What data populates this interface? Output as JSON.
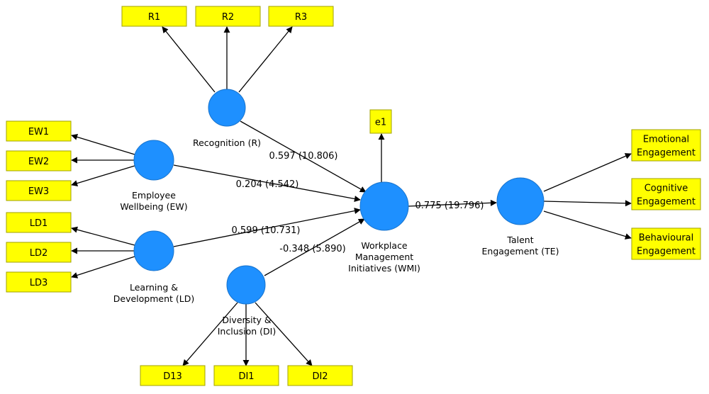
{
  "constructs": [
    {
      "id": "R",
      "label": [
        "Recognition (R)"
      ]
    },
    {
      "id": "EW",
      "label": [
        "Employee",
        "Wellbeing (EW)"
      ]
    },
    {
      "id": "LD",
      "label": [
        "Learning &",
        "Development (LD)"
      ]
    },
    {
      "id": "DI",
      "label": [
        "Diversity &",
        "Inclusion (DI)"
      ]
    },
    {
      "id": "WMI",
      "label": [
        "Workplace",
        "Management",
        "Initiatives (WMI)"
      ]
    },
    {
      "id": "TE",
      "label": [
        "Talent",
        "Engagement (TE)"
      ]
    }
  ],
  "indicators": [
    {
      "id": "R1",
      "label": [
        "R1"
      ]
    },
    {
      "id": "R2",
      "label": [
        "R2"
      ]
    },
    {
      "id": "R3",
      "label": [
        "R3"
      ]
    },
    {
      "id": "EW1",
      "label": [
        "EW1"
      ]
    },
    {
      "id": "EW2",
      "label": [
        "EW2"
      ]
    },
    {
      "id": "EW3",
      "label": [
        "EW3"
      ]
    },
    {
      "id": "LD1",
      "label": [
        "LD1"
      ]
    },
    {
      "id": "LD2",
      "label": [
        "LD2"
      ]
    },
    {
      "id": "LD3",
      "label": [
        "LD3"
      ]
    },
    {
      "id": "D13",
      "label": [
        "D13"
      ]
    },
    {
      "id": "DI1",
      "label": [
        "DI1"
      ]
    },
    {
      "id": "DI2",
      "label": [
        "DI2"
      ]
    },
    {
      "id": "e1",
      "label": [
        "e1"
      ]
    },
    {
      "id": "EE",
      "label": [
        "Emotional",
        "Engagement"
      ]
    },
    {
      "id": "CE",
      "label": [
        "Cognitive",
        "Engagement"
      ]
    },
    {
      "id": "BE",
      "label": [
        "Behavioural",
        "Engagement"
      ]
    }
  ],
  "paths": [
    {
      "from": "R",
      "to": "WMI",
      "label": "0.597 (10.806)"
    },
    {
      "from": "EW",
      "to": "WMI",
      "label": "0.204 (4.542)"
    },
    {
      "from": "LD",
      "to": "WMI",
      "label": "0.599 (10.731)"
    },
    {
      "from": "DI",
      "to": "WMI",
      "label": "-0.348 (5.890)"
    },
    {
      "from": "WMI",
      "to": "TE",
      "label": "0.775 (19.796)"
    }
  ],
  "loadings": [
    {
      "from": "R",
      "to": "R1"
    },
    {
      "from": "R",
      "to": "R2"
    },
    {
      "from": "R",
      "to": "R3"
    },
    {
      "from": "EW",
      "to": "EW1"
    },
    {
      "from": "EW",
      "to": "EW2"
    },
    {
      "from": "EW",
      "to": "EW3"
    },
    {
      "from": "LD",
      "to": "LD1"
    },
    {
      "from": "LD",
      "to": "LD2"
    },
    {
      "from": "LD",
      "to": "LD3"
    },
    {
      "from": "DI",
      "to": "D13"
    },
    {
      "from": "DI",
      "to": "DI1"
    },
    {
      "from": "DI",
      "to": "DI2"
    },
    {
      "from": "TE",
      "to": "EE"
    },
    {
      "from": "TE",
      "to": "CE"
    },
    {
      "from": "TE",
      "to": "BE"
    },
    {
      "from": "WMI",
      "to": "e1"
    }
  ],
  "colors": {
    "construct_fill": "#1e90ff",
    "indicator_fill": "#ffff00",
    "edge": "#000000"
  }
}
